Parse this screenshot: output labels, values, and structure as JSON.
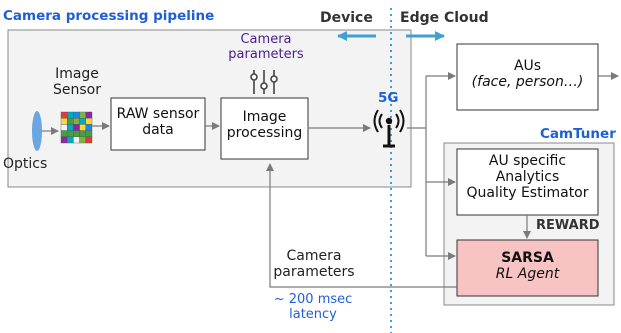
{
  "pipeline": {
    "title": "Camera processing pipeline",
    "optics_label": "Optics",
    "sensor_label": [
      "Image",
      "Sensor"
    ],
    "raw_box": [
      "RAW sensor",
      "data"
    ],
    "proc_box": [
      "Image",
      "processing"
    ],
    "cam_params_label": [
      "Camera",
      "parameters"
    ]
  },
  "divider": {
    "left": "Device",
    "right": "Edge Cloud"
  },
  "network": {
    "label": "5G"
  },
  "aus_box": {
    "line1": "AUs",
    "line2": "(face, person…)"
  },
  "camtuner": {
    "title": "CamTuner",
    "estimator_box": [
      "AU specific",
      "Analytics",
      "Quality Estimator"
    ],
    "reward_label": "REWARD",
    "sarsa_box": {
      "line1": "SARSA",
      "line2": "RL Agent"
    }
  },
  "feedback": {
    "params_label": [
      "Camera",
      "parameters"
    ],
    "latency_label": [
      "~ 200 msec",
      "latency"
    ]
  },
  "colors": {
    "blue": "#1f5fd6",
    "purple": "#4a1d8c",
    "panel_fill": "#f3f3f3",
    "sarsa_fill": "#f8c3c3",
    "divider": "#3fa0d6",
    "line": "#7a7a7a"
  }
}
